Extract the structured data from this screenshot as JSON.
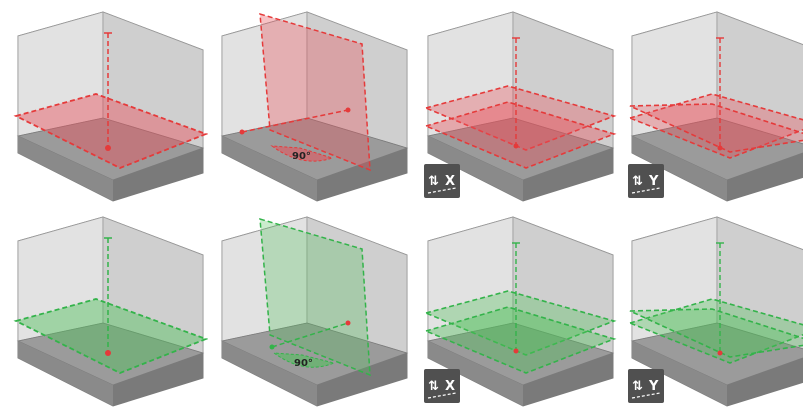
{
  "colors": {
    "red": "#e53a3a",
    "green": "#33b34a",
    "red_plane_fill": "#e8505a",
    "green_plane_fill": "#4fc15a",
    "box_wall": "#d8d8d8",
    "box_floor": "#8a8a8a",
    "badge_bg": "#505050"
  },
  "rows": [
    {
      "laser": "red",
      "panels": [
        {
          "mode": "horizontal-plane-with-plumb",
          "icon": "vertical-dashed-line-icon"
        },
        {
          "mode": "vertical-plane-with-cross",
          "angle_label": "90°"
        },
        {
          "mode": "tilt-x",
          "badge_label": "X",
          "icon": "tilt-x-icon"
        },
        {
          "mode": "tilt-y",
          "badge_label": "Y",
          "icon": "tilt-y-icon"
        }
      ]
    },
    {
      "laser": "green",
      "panels": [
        {
          "mode": "horizontal-plane-with-plumb",
          "icon": "vertical-dashed-line-icon"
        },
        {
          "mode": "vertical-plane-with-cross",
          "angle_label": "90°"
        },
        {
          "mode": "tilt-x",
          "badge_label": "X",
          "icon": "tilt-x-icon"
        },
        {
          "mode": "tilt-y",
          "badge_label": "Y",
          "icon": "tilt-y-icon"
        }
      ]
    }
  ]
}
